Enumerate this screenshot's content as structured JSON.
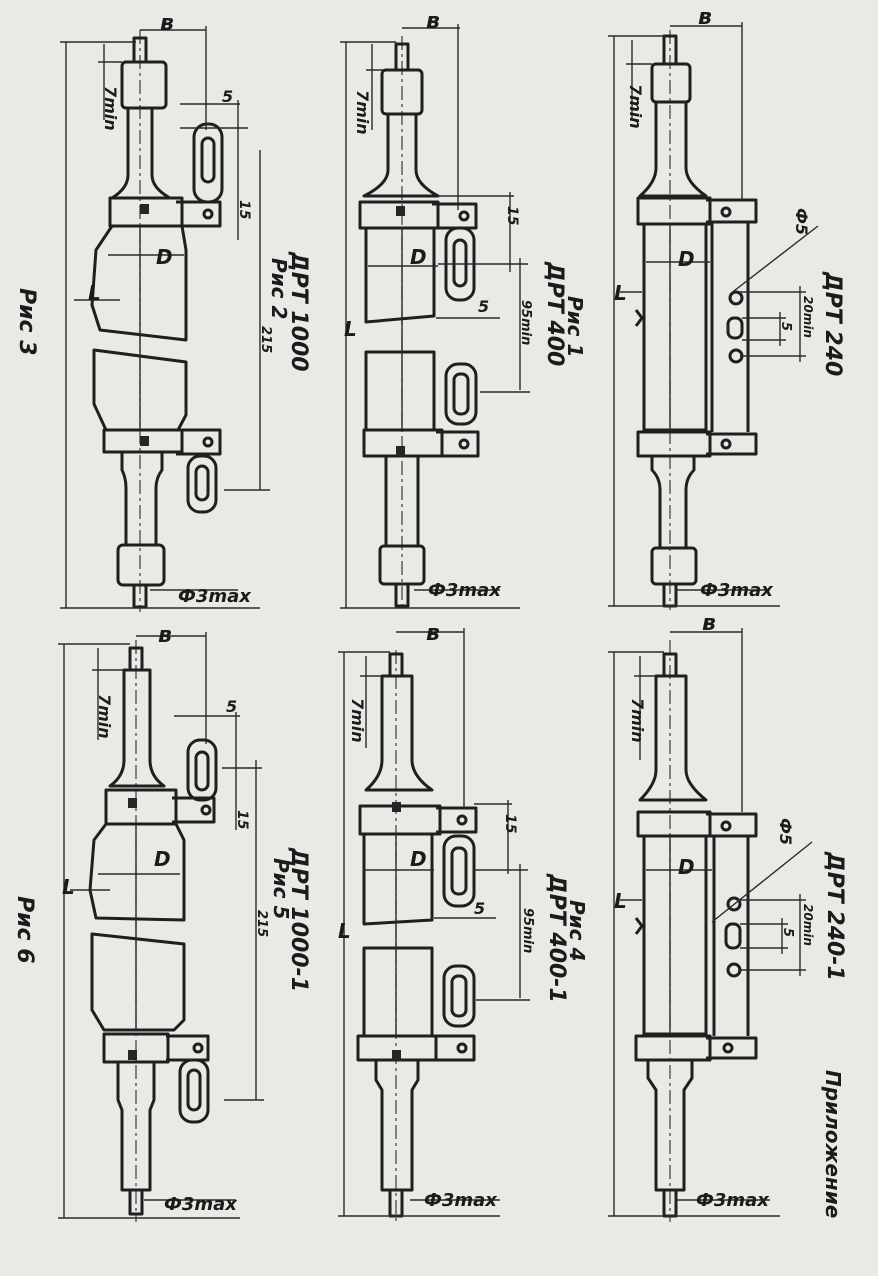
{
  "figures": [
    {
      "caption": "Рис 3",
      "lamp": "",
      "labels": {
        "b": "в",
        "tmin": "7min",
        "slot": "5",
        "s15": "15",
        "d": "D",
        "l": "L",
        "s215": "215",
        "phi": "Ф3max"
      }
    },
    {
      "caption": "Рис 2",
      "lamp": "ДРТ 1000",
      "labels": {
        "b": "в",
        "tmin": "7min",
        "s15": "15",
        "slot": "5",
        "d": "D",
        "l": "L",
        "s95": "95min",
        "phi": "Ф3max"
      }
    },
    {
      "caption": "Рис 1",
      "lamp": "ДРТ 400",
      "labels": {
        "b": "в",
        "tmin": "7min",
        "phi5": "Ф5",
        "d": "D",
        "l": "L",
        "s20": "20min",
        "s5": "5",
        "phi": "Ф3max"
      }
    },
    {
      "caption": "",
      "lamp": "ДРТ 240",
      "labels": {}
    },
    {
      "caption": "Рис 6",
      "lamp": "",
      "labels": {
        "b": "в",
        "tmin": "7min",
        "slot": "5",
        "s15": "15",
        "d": "D",
        "l": "L",
        "s215": "215",
        "phi": "Ф3max"
      }
    },
    {
      "caption": "Рис 5",
      "lamp": "ДРТ 1000-1",
      "labels": {
        "b": "в",
        "tmin": "7min",
        "s15": "15",
        "slot": "5",
        "d": "D",
        "l": "L",
        "s95": "95min",
        "phi": "Ф3max"
      }
    },
    {
      "caption": "Рис 4",
      "lamp": "ДРТ 400-1",
      "labels": {
        "b": "в",
        "tmin": "7min",
        "phi5": "Ф5",
        "d": "D",
        "l": "L",
        "s20": "20min",
        "s5": "5",
        "phi": "Ф3max"
      }
    },
    {
      "caption": "",
      "lamp": "ДРТ 240-1",
      "labels": {}
    }
  ],
  "appendix": "Приложение"
}
